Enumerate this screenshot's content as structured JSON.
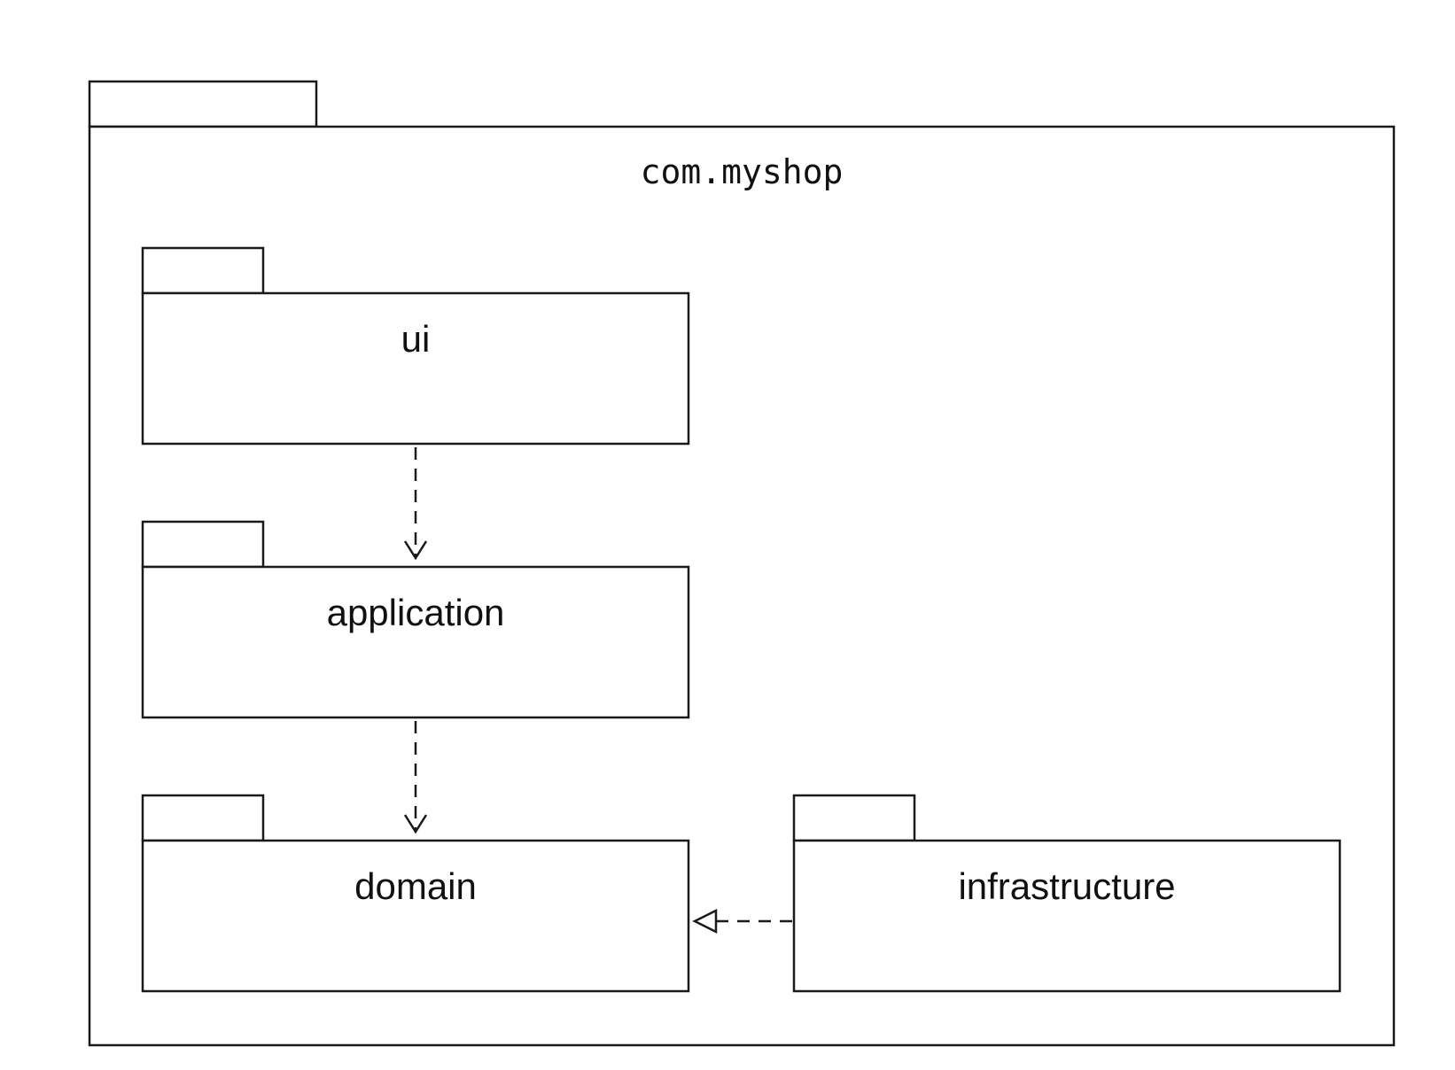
{
  "diagram": {
    "root_package": {
      "name": "com.myshop"
    },
    "packages": [
      {
        "id": "ui",
        "name": "ui"
      },
      {
        "id": "application",
        "name": "application"
      },
      {
        "id": "domain",
        "name": "domain"
      },
      {
        "id": "infrastructure",
        "name": "infrastructure"
      }
    ],
    "relationships": [
      {
        "from": "ui",
        "to": "application",
        "kind": "dependency"
      },
      {
        "from": "application",
        "to": "domain",
        "kind": "dependency"
      },
      {
        "from": "infrastructure",
        "to": "domain",
        "kind": "realization"
      }
    ]
  }
}
